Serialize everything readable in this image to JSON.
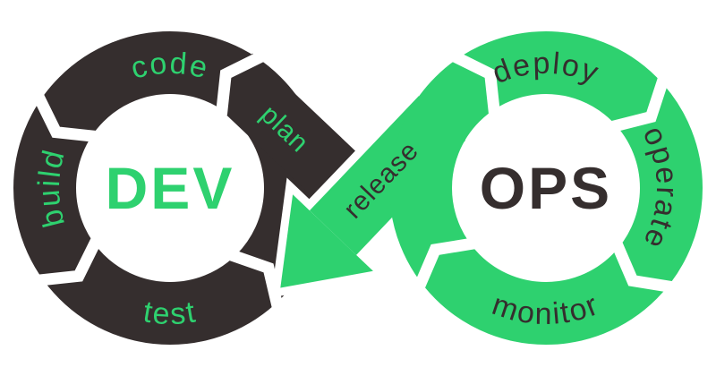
{
  "diagram": {
    "type": "devops-infinity-loop",
    "colors": {
      "green": "#2ED16F",
      "dark": "#352E2E",
      "background": "#FFFFFF",
      "separator": "#FFFFFF"
    },
    "left_loop": {
      "label": "DEV",
      "segments": {
        "top": "code",
        "left": "build",
        "bottom": "test",
        "crossover": "plan"
      }
    },
    "right_loop": {
      "label": "OPS",
      "segments": {
        "top": "deploy",
        "right": "operate",
        "bottom": "monitor",
        "crossover": "release"
      }
    }
  }
}
